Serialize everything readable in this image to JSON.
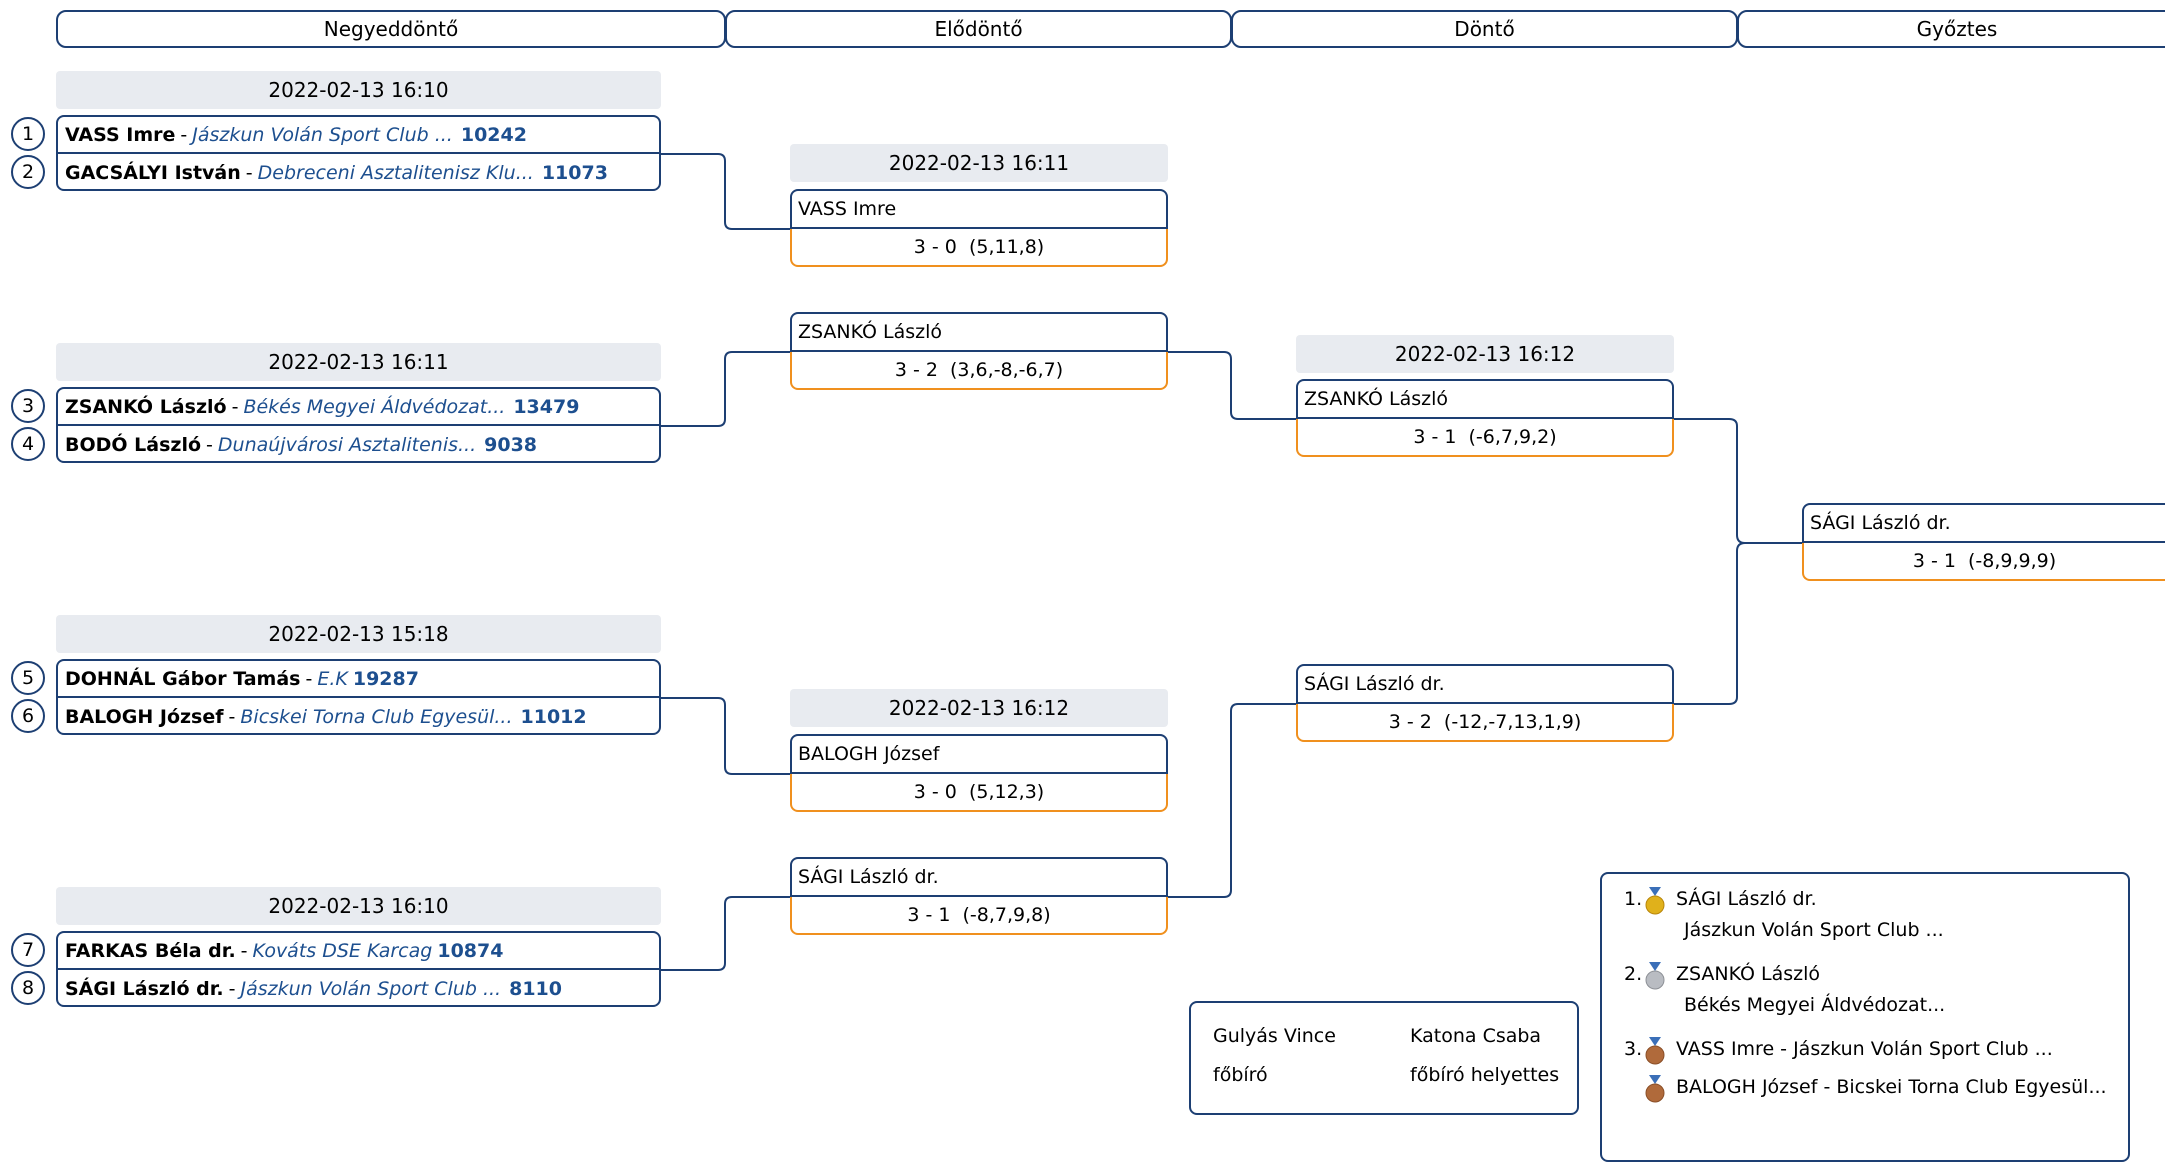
{
  "rounds": [
    "Negyeddöntő",
    "Elődöntő",
    "Döntő",
    "Győztes"
  ],
  "quarterfinals": [
    {
      "date": "2022-02-13 16:10",
      "players": [
        {
          "seed": "1",
          "name": "VASS Imre",
          "sep": "-",
          "club": "Jászkun Volán Sport Club ...",
          "rating": "10242"
        },
        {
          "seed": "2",
          "name": "GACSÁLYI István",
          "sep": "-",
          "club": "Debreceni Asztalitenisz Klu...",
          "rating": "11073"
        }
      ]
    },
    {
      "date": "2022-02-13 16:11",
      "players": [
        {
          "seed": "3",
          "name": "ZSANKÓ László",
          "sep": "-",
          "club": "Békés Megyei Áldvédozat...",
          "rating": "13479"
        },
        {
          "seed": "4",
          "name": "BODÓ László",
          "sep": "-",
          "club": "Dunaújvárosi Asztalitenis...",
          "rating": "9038"
        }
      ]
    },
    {
      "date": "2022-02-13 15:18",
      "players": [
        {
          "seed": "5",
          "name": "DOHNÁL Gábor Tamás",
          "sep": "-",
          "club": "E.K",
          "rating": "19287"
        },
        {
          "seed": "6",
          "name": "BALOGH József",
          "sep": "-",
          "club": "Bicskei Torna Club Egyesül...",
          "rating": "11012"
        }
      ]
    },
    {
      "date": "2022-02-13 16:10",
      "players": [
        {
          "seed": "7",
          "name": "FARKAS Béla dr.",
          "sep": "-",
          "club": "Kováts DSE Karcag",
          "rating": "10874"
        },
        {
          "seed": "8",
          "name": "SÁGI László dr.",
          "sep": "-",
          "club": "Jászkun Volán Sport Club ...",
          "rating": "8110"
        }
      ]
    }
  ],
  "semifinals": [
    {
      "date": "2022-02-13 16:11",
      "winner": "VASS Imre",
      "score": "3 - 0  (5,11,8)"
    },
    {
      "date": "",
      "winner": "ZSANKÓ László",
      "score": "3 - 2  (3,6,-8,-6,7)"
    },
    {
      "date": "2022-02-13 16:12",
      "winner": "BALOGH József",
      "score": "3 - 0  (5,12,3)"
    },
    {
      "date": "",
      "winner": "SÁGI László dr.",
      "score": "3 - 1  (-8,7,9,8)"
    }
  ],
  "finals": [
    {
      "date": "2022-02-13 16:12",
      "winner": "ZSANKÓ László",
      "score": "3 - 1  (-6,7,9,2)"
    },
    {
      "date": "",
      "winner": "SÁGI László dr.",
      "score": "3 - 2  (-12,-7,13,1,9)"
    }
  ],
  "champion": {
    "winner": "SÁGI László dr.",
    "score": "3 - 1  (-8,9,9,9)"
  },
  "officials": [
    {
      "name": "Gulyás Vince",
      "role": "főbíró"
    },
    {
      "name": "Katona Csaba",
      "role": "főbíró helyettes"
    }
  ],
  "podium": {
    "first": {
      "num": "1.",
      "name": "SÁGI László dr.",
      "club": "Jászkun Volán Sport Club ..."
    },
    "second": {
      "num": "2.",
      "name": "ZSANKÓ László",
      "club": "Békés Megyei Áldvédozat..."
    },
    "third": {
      "num": "3.",
      "line1": "VASS Imre - Jászkun Volán Sport Club ...",
      "line2": "BALOGH József - Bicskei Torna Club Egyesül..."
    }
  },
  "colors": {
    "navy": "#1d3f73",
    "orange": "#f0901e",
    "gold": "#e0b11b",
    "silver": "#b9bcc2",
    "bronze": "#b06a3b",
    "club_blue": "#1d4f8f"
  },
  "icons": {
    "medal_gold": "gold-medal-icon",
    "medal_silver": "silver-medal-icon",
    "medal_bronze": "bronze-medal-icon"
  }
}
